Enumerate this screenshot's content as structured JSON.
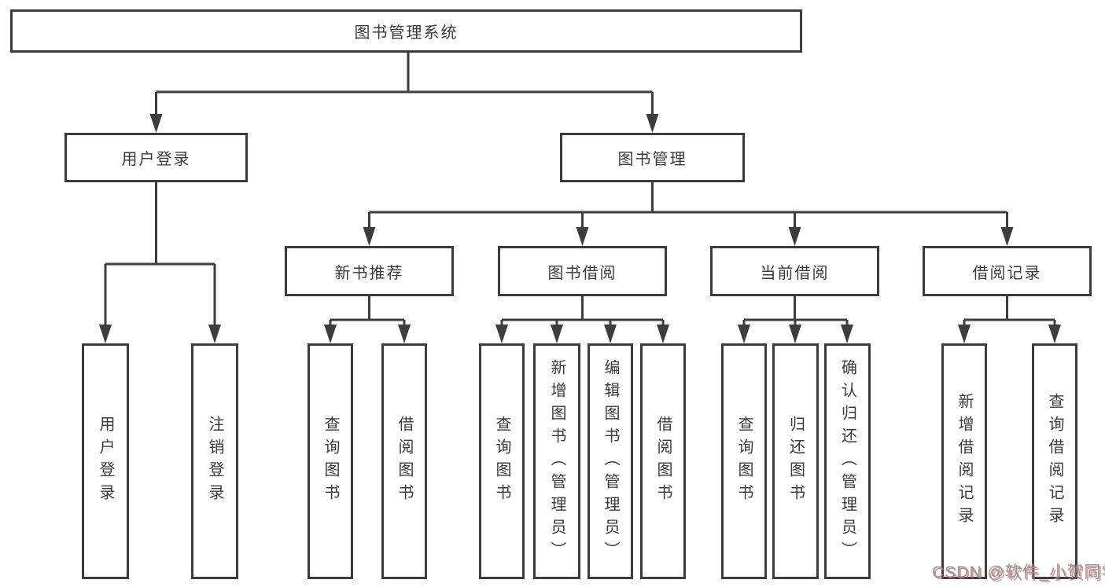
{
  "diagram": {
    "type": "hierarchy-tree",
    "root": {
      "label": "图书管理系统",
      "children": [
        {
          "label": "用户登录",
          "children": [
            {
              "label": "用户登录"
            },
            {
              "label": "注销登录"
            }
          ]
        },
        {
          "label": "图书管理",
          "children": [
            {
              "label": "新书推荐",
              "children": [
                {
                  "label": "查询图书"
                },
                {
                  "label": "借阅图书"
                }
              ]
            },
            {
              "label": "图书借阅",
              "children": [
                {
                  "label": "查询图书"
                },
                {
                  "label": "新增图书（管理员）"
                },
                {
                  "label": "编辑图书（管理员）"
                },
                {
                  "label": "借阅图书"
                }
              ]
            },
            {
              "label": "当前借阅",
              "children": [
                {
                  "label": "查询图书"
                },
                {
                  "label": "归还图书"
                },
                {
                  "label": "确认归还（管理员）"
                }
              ]
            },
            {
              "label": "借阅记录",
              "children": [
                {
                  "label": "新增借阅记录"
                },
                {
                  "label": "查询借阅记录"
                }
              ]
            }
          ]
        }
      ]
    }
  },
  "watermark": {
    "text": "CSDN @软件_小贺同学"
  },
  "colors": {
    "line": "#3d3d3d",
    "box_border": "#3c3c3c",
    "text": "#3a3a3a",
    "background": "#ffffff",
    "watermark_gray": "#919191",
    "watermark_red_shadow": "#cd5555"
  }
}
